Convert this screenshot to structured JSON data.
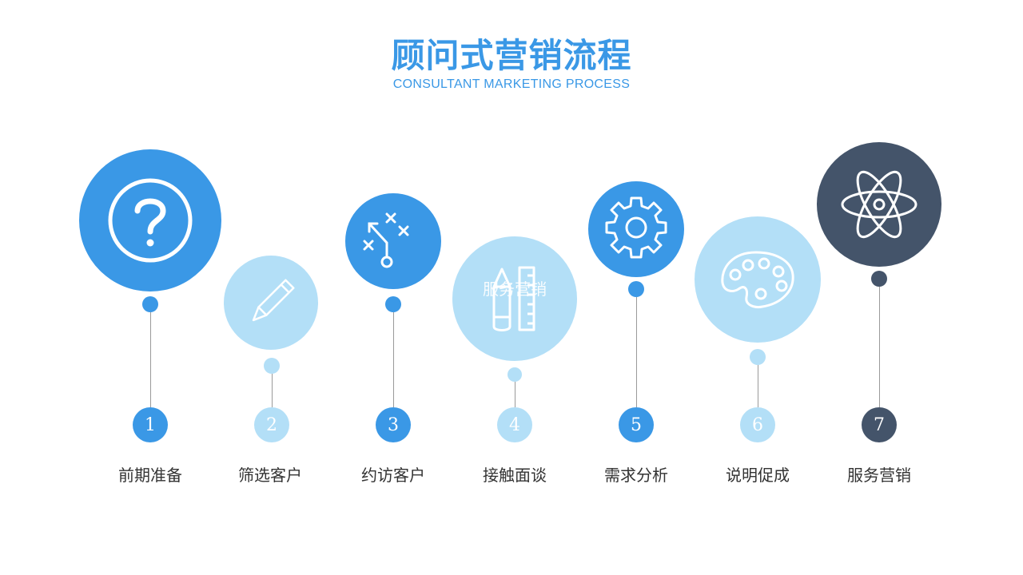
{
  "title": "顾问式营销流程",
  "subtitle": "CONSULTANT MARKETING PROCESS",
  "overlay_text": "服务营销",
  "colors": {
    "blue": "#3a98e6",
    "light_blue": "#b3dff7",
    "dark_slate": "#44546a",
    "line_gray": "#9a9a9a",
    "title_blue": "#3a98e6"
  },
  "steps": [
    {
      "number": "1",
      "label": "前期准备",
      "icon": "question-icon",
      "color": "#3a98e6"
    },
    {
      "number": "2",
      "label": "筛选客户",
      "icon": "pencil-icon",
      "color": "#b3dff7"
    },
    {
      "number": "3",
      "label": "约访客户",
      "icon": "strategy-icon",
      "color": "#3a98e6"
    },
    {
      "number": "4",
      "label": "接触面谈",
      "icon": "ruler-pencil-icon",
      "color": "#b3dff7"
    },
    {
      "number": "5",
      "label": "需求分析",
      "icon": "gear-icon",
      "color": "#3a98e6"
    },
    {
      "number": "6",
      "label": "说明促成",
      "icon": "palette-icon",
      "color": "#b3dff7"
    },
    {
      "number": "7",
      "label": "服务营销",
      "icon": "atom-icon",
      "color": "#44546a"
    }
  ]
}
